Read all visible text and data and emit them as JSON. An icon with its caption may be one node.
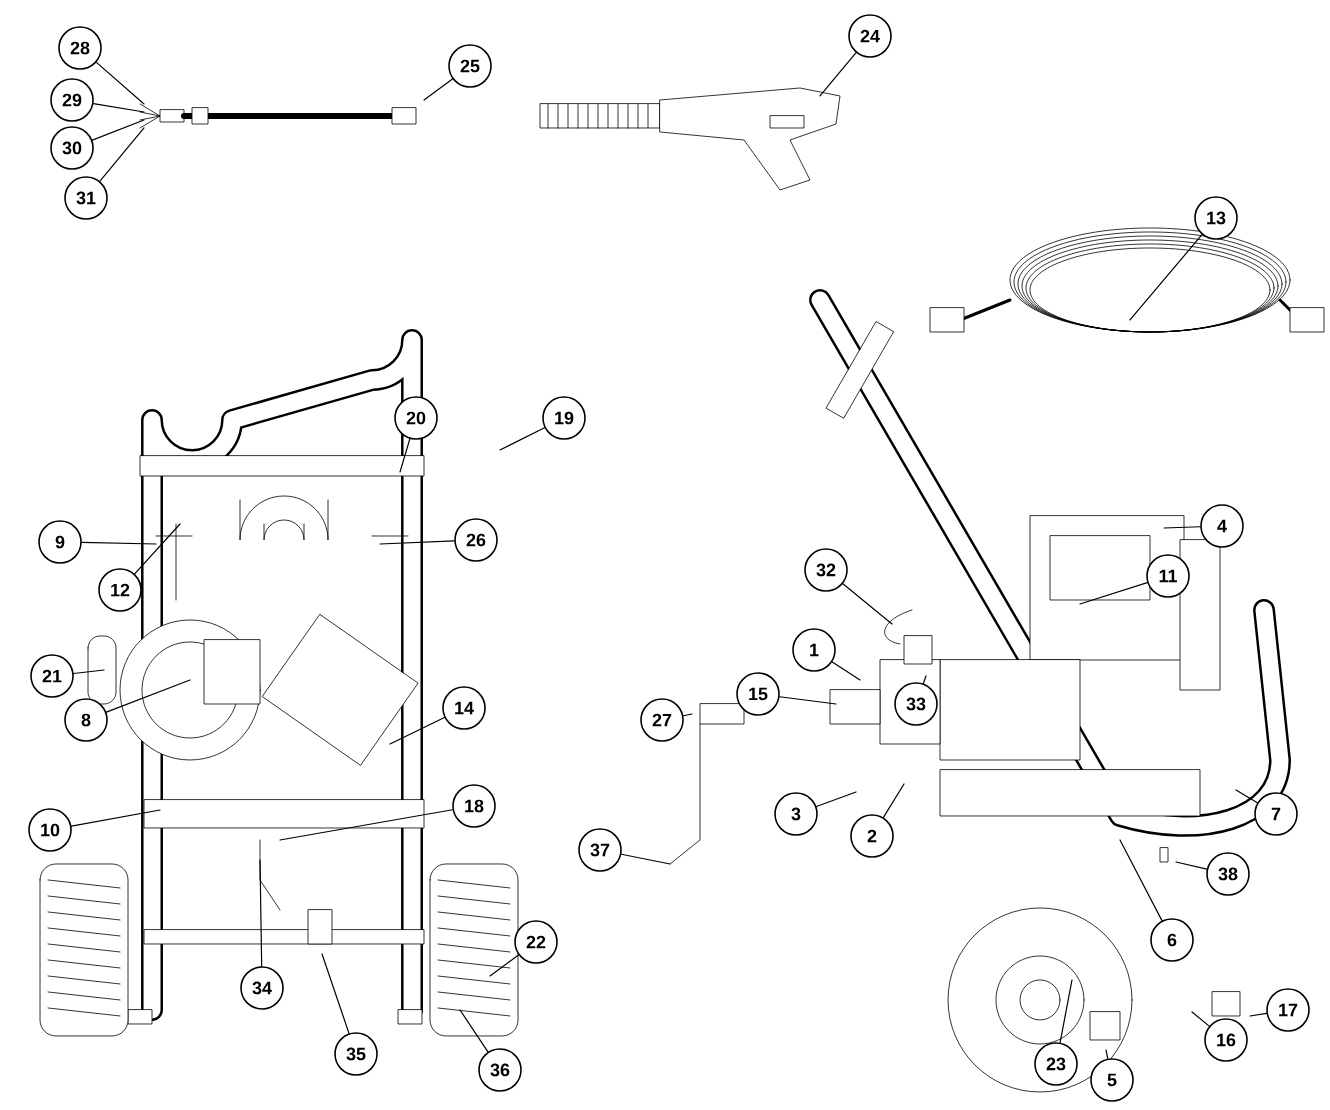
{
  "diagram": {
    "nodes": [
      {
        "text": [
          "28"
        ]
      },
      {
        "text": [
          "29"
        ]
      },
      {
        "text": [
          "30"
        ]
      },
      {
        "text": [
          "31"
        ]
      },
      {
        "text": [
          "25"
        ]
      },
      {
        "text": [
          "24"
        ]
      },
      {
        "text": [
          "13"
        ]
      },
      {
        "text": [
          "20"
        ]
      },
      {
        "text": [
          "19"
        ]
      },
      {
        "text": [
          "9"
        ]
      },
      {
        "text": [
          "26"
        ]
      },
      {
        "text": [
          "12"
        ]
      },
      {
        "text": [
          "21"
        ]
      },
      {
        "text": [
          "8"
        ]
      },
      {
        "text": [
          "14"
        ]
      },
      {
        "text": [
          "18"
        ]
      },
      {
        "text": [
          "10"
        ]
      },
      {
        "text": [
          "22"
        ]
      },
      {
        "text": [
          "34"
        ]
      },
      {
        "text": [
          "35"
        ]
      },
      {
        "text": [
          "36"
        ]
      },
      {
        "text": [
          "4"
        ]
      },
      {
        "text": [
          "11"
        ]
      },
      {
        "text": [
          "32"
        ]
      },
      {
        "text": [
          "1"
        ]
      },
      {
        "text": [
          "33"
        ]
      },
      {
        "text": [
          "15"
        ]
      },
      {
        "text": [
          "27"
        ]
      },
      {
        "text": [
          "37"
        ]
      },
      {
        "text": [
          "3"
        ]
      },
      {
        "text": [
          "2"
        ]
      },
      {
        "text": [
          "7"
        ]
      },
      {
        "text": [
          "38"
        ]
      },
      {
        "text": [
          "6"
        ]
      },
      {
        "text": [
          "17"
        ]
      },
      {
        "text": [
          "16"
        ]
      },
      {
        "text": [
          "23"
        ]
      },
      {
        "text": [
          "5"
        ]
      }
    ],
    "edges": [
      {
        "from": 0,
        "to": null,
        "arrow": "none"
      },
      {
        "from": 1,
        "to": null,
        "arrow": "none"
      },
      {
        "from": 2,
        "to": null,
        "arrow": "none"
      },
      {
        "from": 3,
        "to": null,
        "arrow": "none"
      },
      {
        "from": 4,
        "to": null,
        "arrow": "none"
      },
      {
        "from": 5,
        "to": null,
        "arrow": "none"
      },
      {
        "from": 6,
        "to": null,
        "arrow": "none"
      },
      {
        "from": 7,
        "to": null,
        "arrow": "none"
      },
      {
        "from": 8,
        "to": null,
        "arrow": "none"
      },
      {
        "from": 9,
        "to": null,
        "arrow": "none"
      },
      {
        "from": 10,
        "to": null,
        "arrow": "none"
      },
      {
        "from": 11,
        "to": null,
        "arrow": "none"
      },
      {
        "from": 12,
        "to": null,
        "arrow": "none"
      },
      {
        "from": 13,
        "to": null,
        "arrow": "none"
      },
      {
        "from": 14,
        "to": null,
        "arrow": "none"
      },
      {
        "from": 15,
        "to": null,
        "arrow": "none"
      },
      {
        "from": 16,
        "to": null,
        "arrow": "none"
      },
      {
        "from": 17,
        "to": null,
        "arrow": "none"
      },
      {
        "from": 18,
        "to": null,
        "arrow": "none"
      },
      {
        "from": 19,
        "to": null,
        "arrow": "none"
      },
      {
        "from": 20,
        "to": null,
        "arrow": "none"
      },
      {
        "from": 21,
        "to": null,
        "arrow": "none"
      },
      {
        "from": 22,
        "to": null,
        "arrow": "none"
      },
      {
        "from": 23,
        "to": null,
        "arrow": "none"
      },
      {
        "from": 24,
        "to": null,
        "arrow": "none"
      },
      {
        "from": 25,
        "to": null,
        "arrow": "none"
      },
      {
        "from": 26,
        "to": null,
        "arrow": "none"
      },
      {
        "from": 27,
        "to": null,
        "arrow": "none"
      },
      {
        "from": 28,
        "to": null,
        "arrow": "none"
      },
      {
        "from": 29,
        "to": null,
        "arrow": "none"
      },
      {
        "from": 30,
        "to": null,
        "arrow": "none"
      },
      {
        "from": 31,
        "to": null,
        "arrow": "none"
      },
      {
        "from": 32,
        "to": null,
        "arrow": "none"
      },
      {
        "from": 33,
        "to": null,
        "arrow": "none"
      },
      {
        "from": 34,
        "to": null,
        "arrow": "none"
      },
      {
        "from": 35,
        "to": null,
        "arrow": "none"
      },
      {
        "from": 36,
        "to": null,
        "arrow": "none"
      },
      {
        "from": 37,
        "to": null,
        "arrow": "none"
      }
    ]
  }
}
